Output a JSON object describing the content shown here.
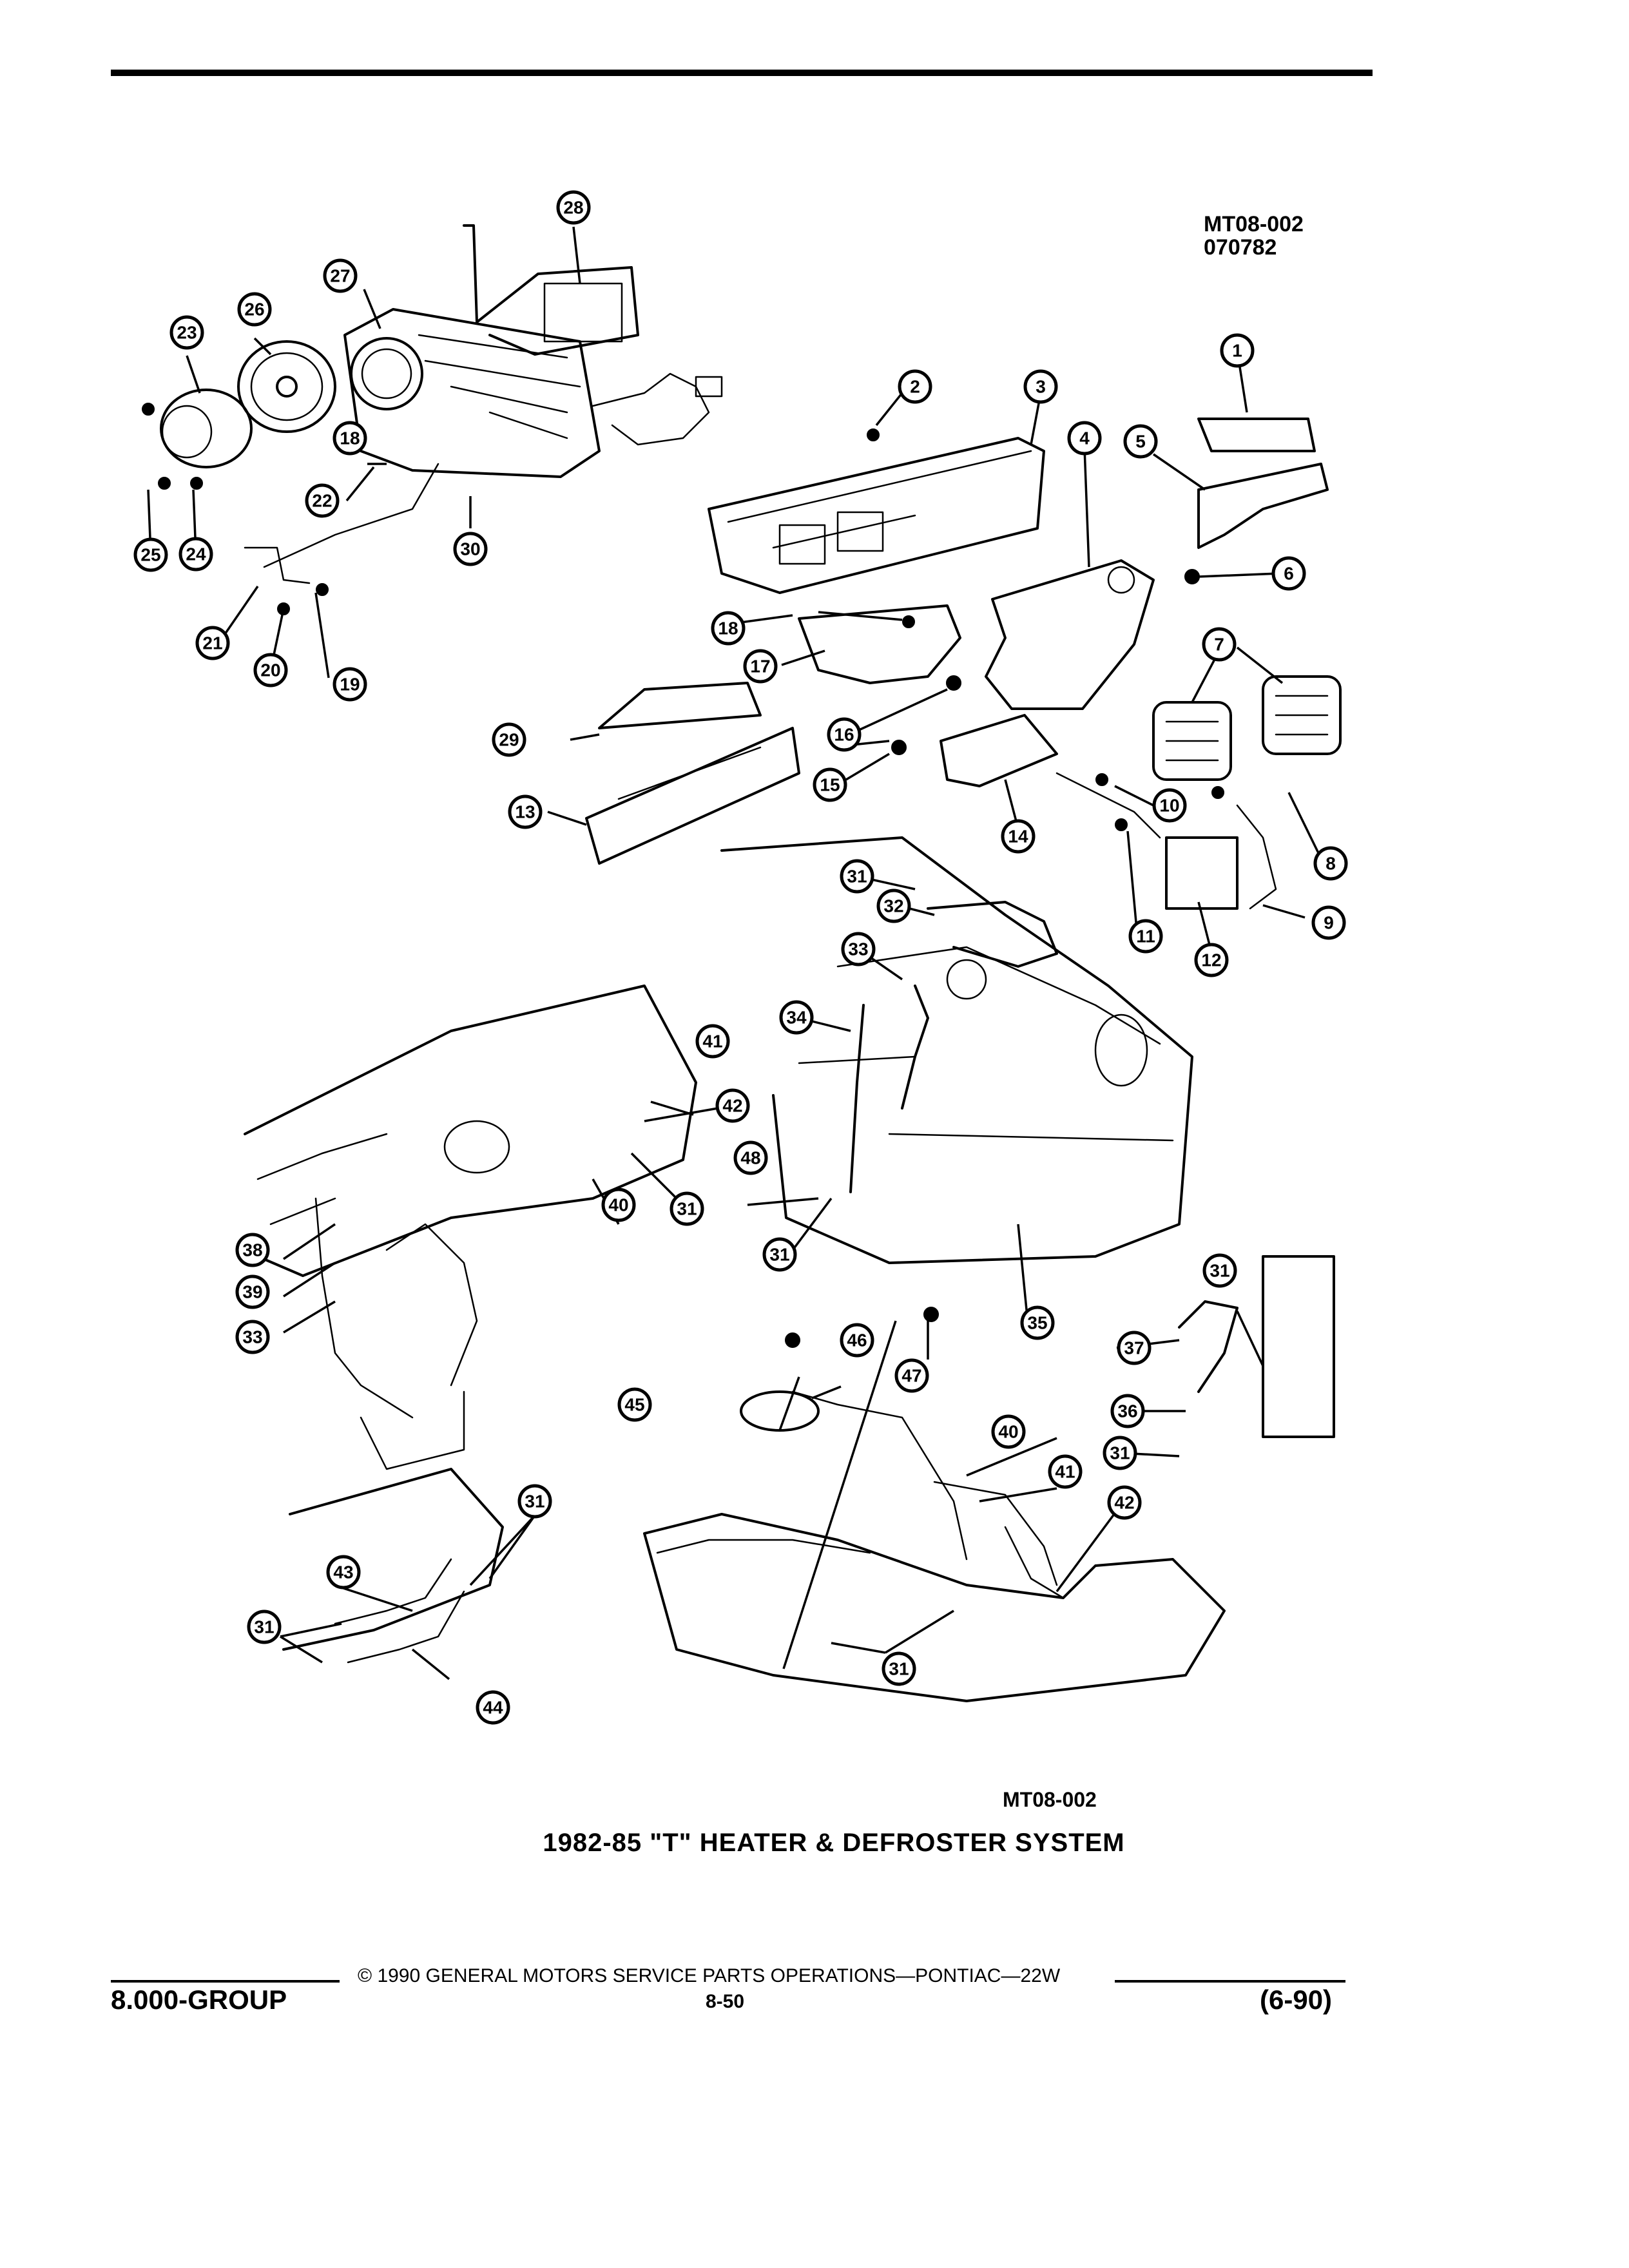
{
  "header": {
    "ref_code": "MT08-002",
    "ref_number": "070782"
  },
  "diagram": {
    "figure_code": "MT08-002",
    "caption": "1982-85 \"T\" HEATER & DEFROSTER SYSTEM",
    "callouts": [
      "1",
      "2",
      "3",
      "4",
      "5",
      "6",
      "7",
      "8",
      "9",
      "10",
      "11",
      "12",
      "13",
      "14",
      "15",
      "16",
      "17",
      "18",
      "19",
      "20",
      "21",
      "22",
      "23",
      "24",
      "25",
      "26",
      "27",
      "28",
      "29",
      "30",
      "31",
      "32",
      "33",
      "34",
      "35",
      "36",
      "37",
      "38",
      "39",
      "40",
      "41",
      "42",
      "43",
      "44",
      "45",
      "46",
      "47",
      "48"
    ]
  },
  "footer": {
    "copyright": "© 1990 GENERAL MOTORS SERVICE PARTS OPERATIONS—PONTIAC—22W",
    "group": "8.000-GROUP",
    "page": "8-50",
    "date": "(6-90)"
  }
}
